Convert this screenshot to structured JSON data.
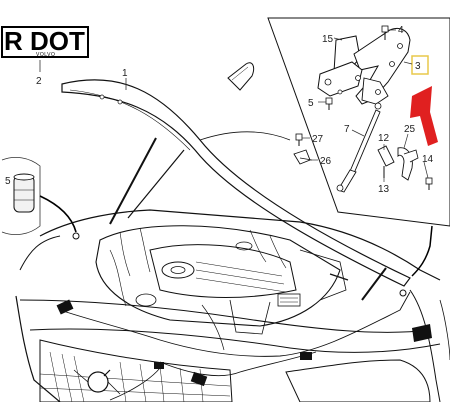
{
  "warning_label": {
    "text": "R DOT",
    "brand": "VOLVO"
  },
  "callouts": [
    "1",
    "2",
    "3",
    "4",
    "5",
    "5",
    "7",
    "12",
    "13",
    "14",
    "15",
    "25",
    "26",
    "27"
  ],
  "colors": {
    "line": "#111111",
    "highlight_box": "#e8c84a",
    "arrow": "#e02020"
  }
}
